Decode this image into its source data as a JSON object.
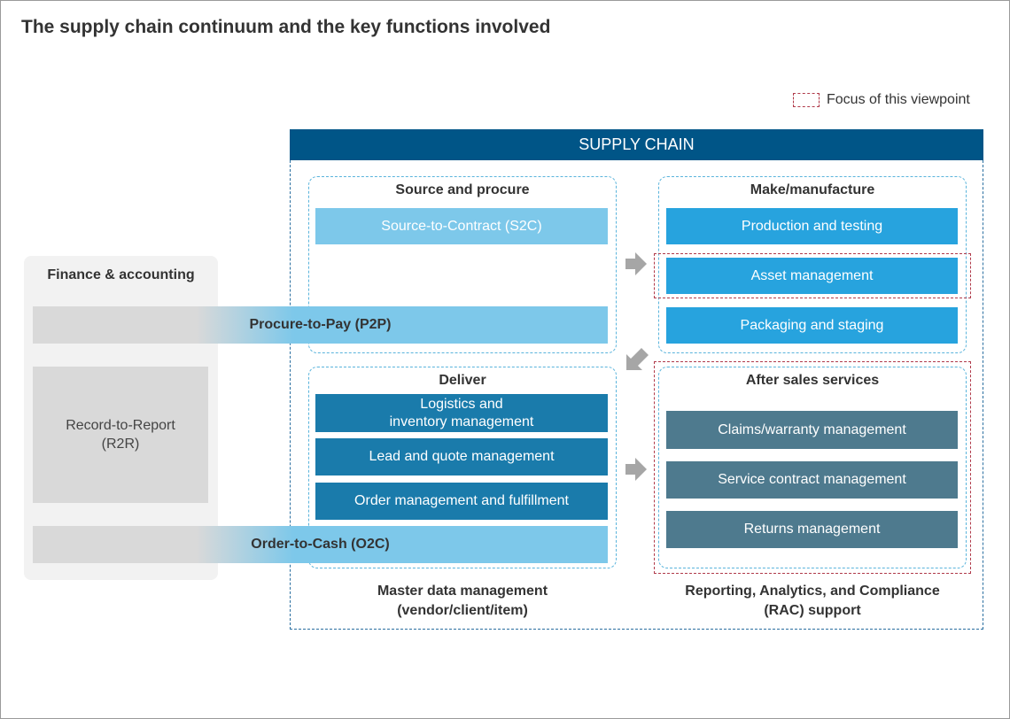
{
  "title": "The supply chain continuum and the key functions involved",
  "legend": {
    "label": "Focus of this viewpoint",
    "color": "#b03a4a"
  },
  "supply_chain": {
    "header": "SUPPLY CHAIN"
  },
  "finance": {
    "title": "Finance & accounting",
    "r2r_line1": "Record-to-Report",
    "r2r_line2": "(R2R)"
  },
  "source_procure": {
    "title": "Source and procure",
    "s2c": "Source-to-Contract (S2C)"
  },
  "make_manufacture": {
    "title": "Make/manufacture",
    "items": [
      "Production and testing",
      "Asset management",
      "Packaging and staging"
    ]
  },
  "deliver": {
    "title": "Deliver",
    "logistics_line1": "Logistics and",
    "logistics_line2": "inventory management",
    "items": [
      "Lead and quote management",
      "Order management and fulfillment"
    ]
  },
  "after_sales": {
    "title": "After sales services",
    "items": [
      "Claims/warranty management",
      "Service contract management",
      "Returns management"
    ]
  },
  "spanning": {
    "p2p": "Procure-to-Pay (P2P)",
    "o2c": "Order-to-Cash (O2C)"
  },
  "footer": {
    "mdm_line1": "Master data management",
    "mdm_line2": "(vendor/client/item)",
    "rac_line1": "Reporting, Analytics, and Compliance",
    "rac_line2": "(RAC) support"
  },
  "colors": {
    "header_blue": "#005587",
    "light_blue": "#7dc8ea",
    "mid_blue": "#27a3de",
    "dark_blue": "#1a7bab",
    "slate": "#4e7a8e",
    "grey": "#d9d9d9"
  }
}
